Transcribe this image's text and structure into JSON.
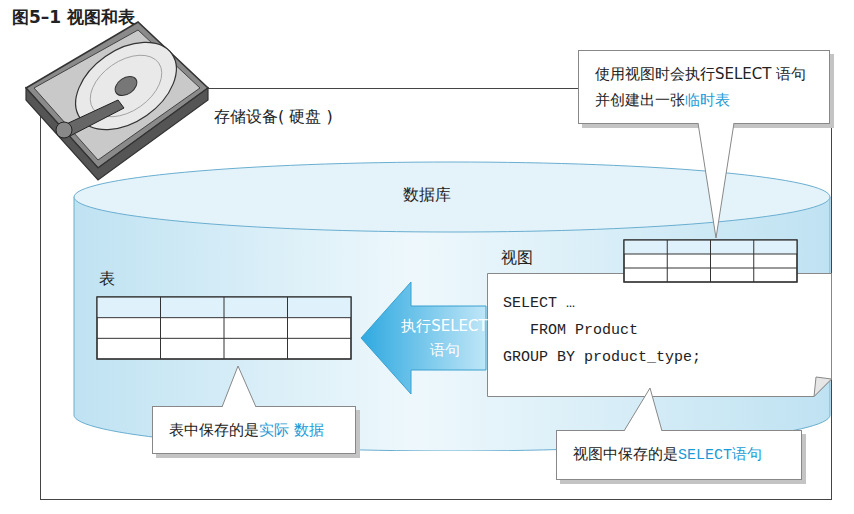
{
  "diagram": {
    "title": "图5–1 视图和表",
    "nodes": [
      {
        "text": [
          "存储设备( 硬盘 )"
        ]
      },
      {
        "text": [
          "数据库"
        ],
        "in": 0
      },
      {
        "text": [
          "表"
        ],
        "in": 1
      },
      {
        "text": [
          "视图",
          "SELECT …",
          "FROM Product",
          "GROUP BY product_type;"
        ],
        "in": 1
      },
      {
        "text": [
          "使用视图时会执行SELECT 语句并创建出一张",
          "临时表"
        ]
      },
      {
        "text": [
          "表中保存的是",
          "实际 数据"
        ]
      },
      {
        "text": [
          "视图中保存的是",
          "SELECT语句"
        ]
      }
    ],
    "edges": [
      {
        "from": 3,
        "to": 2,
        "arrow": "to",
        "label": "执行SELECT 语句"
      }
    ]
  }
}
